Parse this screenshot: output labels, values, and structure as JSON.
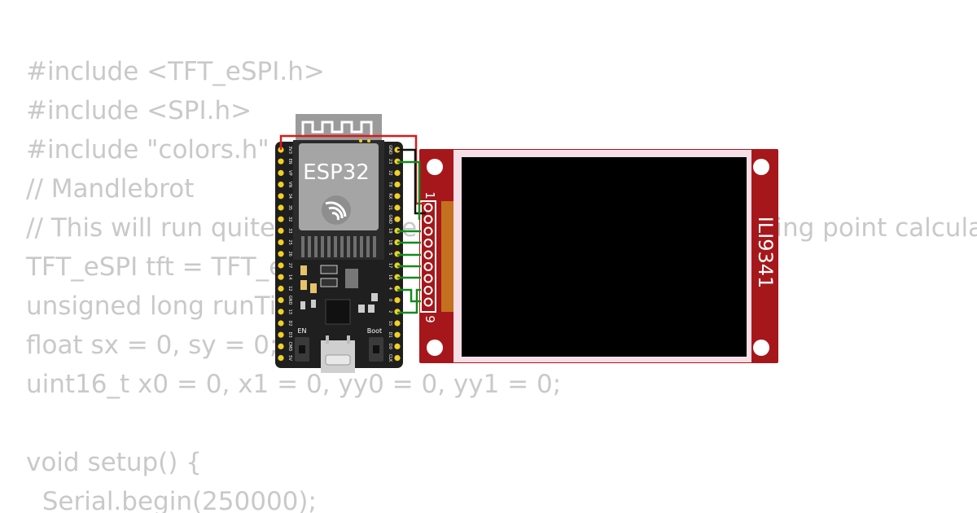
{
  "code": {
    "lines": [
      "#include <TFT_eSPI.h>",
      "#include <SPI.h>",
      "#include \"colors.h\"",
      "// Mandlebrot",
      "// This will run quite slowly due to the large number of floating point calculations per pixel",
      "TFT_eSPI tft = TFT_eSPI();",
      "unsigned long runTime = 0;",
      "float sx = 0, sy = 0;",
      "uint16_t x0 = 0, x1 = 0, yy0 = 0, yy1 = 0;",
      "",
      "void setup() {",
      "  Serial.begin(250000);"
    ]
  },
  "esp32": {
    "label": "ESP32",
    "en_label": "EN",
    "boot_label": "Boot",
    "left_pins": [
      "3V3",
      "EN",
      "VP",
      "VN",
      "34",
      "35",
      "32",
      "33",
      "25",
      "26",
      "27",
      "14",
      "12",
      "GND",
      "13",
      "D2",
      "D3",
      "CMD",
      "5V"
    ],
    "right_pins": [
      "GND",
      "23",
      "22",
      "TX",
      "RX",
      "21",
      "GND",
      "19",
      "18",
      "5",
      "17",
      "16",
      "4",
      "0",
      "2",
      "15",
      "D1",
      "D0",
      "CLK"
    ],
    "pin_color": "#f2d024",
    "board_color": "#1f1f1f"
  },
  "display": {
    "label": "ILI9341",
    "pin_first": "1",
    "pin_last": "9",
    "pcb_color": "#a6171b",
    "screen_color": "#000000"
  },
  "wires": {
    "power_color": "#d91a1a",
    "ground_color": "#111111",
    "signal_color": "#148a1e"
  }
}
